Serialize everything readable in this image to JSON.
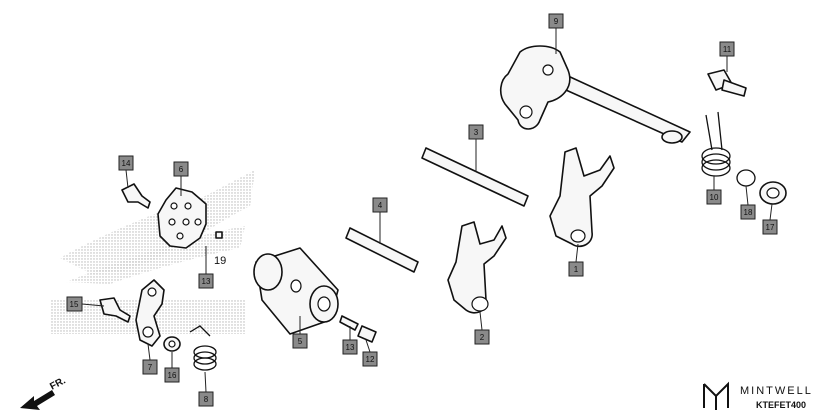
{
  "diagram": {
    "callouts": {
      "c1": "1",
      "c2": "2",
      "c3": "3",
      "c4": "4",
      "c5": "5",
      "c6": "6",
      "c7": "7",
      "c8": "8",
      "c9": "9",
      "c10": "10",
      "c11": "11",
      "c12": "12",
      "c13a": "13",
      "c13b": "13",
      "c14": "14",
      "c15": "15",
      "c16": "16",
      "c17": "17",
      "c18": "18"
    },
    "plain_label_19": "19",
    "direction_arrow_label": "FR.",
    "watermark_brand": "MINTWELL",
    "diagram_code": "KTEFET400",
    "colors": {
      "callout_fill": "#8a8a8a",
      "line": "#111111",
      "watermark_dots": "#bdbdbd"
    }
  }
}
